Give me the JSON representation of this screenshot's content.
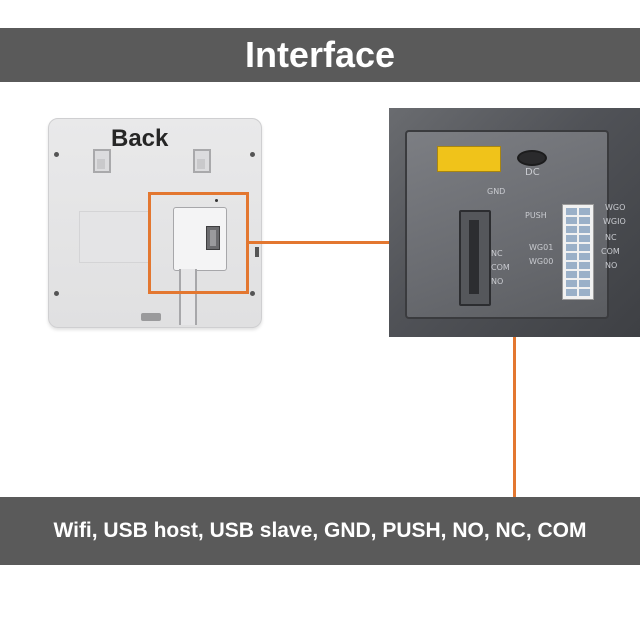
{
  "header": {
    "title": "Interface"
  },
  "device": {
    "label": "Back"
  },
  "closeup": {
    "silkscreen": {
      "dc": "DC",
      "gnd": "GND",
      "push": "PUSH",
      "nc_left": "NC",
      "com_left": "COM",
      "no_left": "NO",
      "wg01": "WG01",
      "wg00": "WG00",
      "wgo": "WGO",
      "wgio": "WGIO",
      "nc_right": "NC",
      "com_right": "COM",
      "no_right": "NO"
    }
  },
  "footer": {
    "caption": "Wifi, USB host, USB slave, GND, PUSH, NO, NC, COM"
  },
  "colors": {
    "banner": "#5a5a5a",
    "highlight": "#e37730",
    "connector_yellow": "#f0c31a"
  }
}
